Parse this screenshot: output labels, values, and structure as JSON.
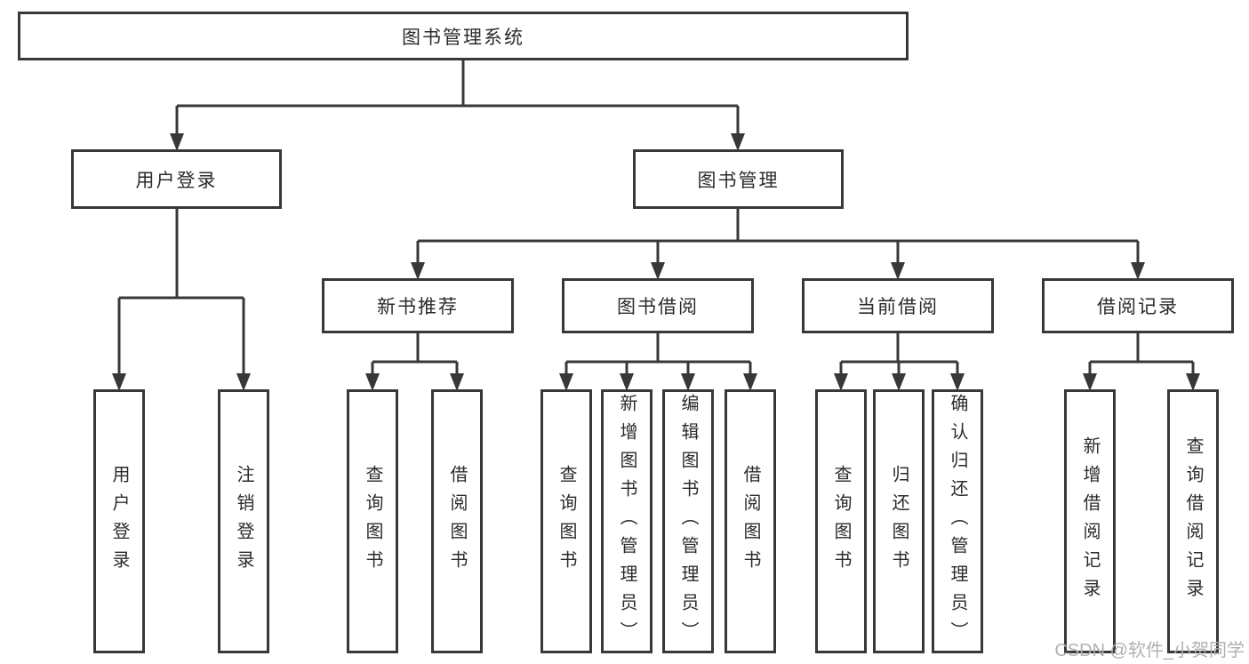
{
  "diagram": {
    "root": "图书管理系统",
    "l2": [
      "用户登录",
      "图书管理"
    ],
    "l3": [
      "新书推荐",
      "图书借阅",
      "当前借阅",
      "借阅记录"
    ],
    "leaves_user": [
      "用户登录",
      "注销登录"
    ],
    "leaves_newbook": [
      "查询图书",
      "借阅图书"
    ],
    "leaves_borrow": [
      "查询图书",
      "新增图书（管理员）",
      "编辑图书（管理员）",
      "借阅图书"
    ],
    "leaves_current": [
      "查询图书",
      "归还图书",
      "确认归还（管理员）"
    ],
    "leaves_record": [
      "新增借阅记录",
      "查询借阅记录"
    ]
  },
  "watermark": {
    "text": "CSDN @软件_小贺同学"
  },
  "colors": {
    "line": "#383838",
    "text": "#2b2b2b",
    "watermark": "#b0b0b0",
    "background": "#ffffff"
  }
}
